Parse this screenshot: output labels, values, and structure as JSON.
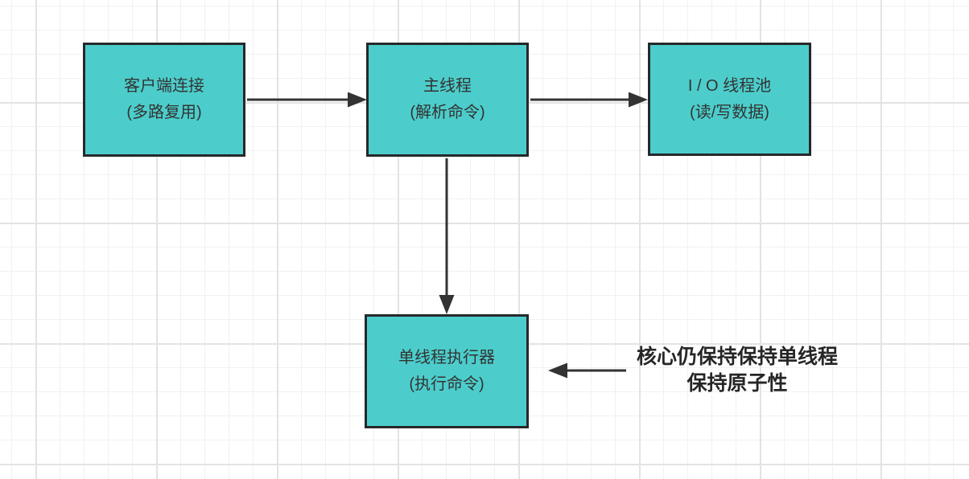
{
  "colors": {
    "background": "#FFFFFF",
    "grid_minor": "#F1F1F1",
    "grid_major": "#E3E3E3",
    "node_fill": "#4CCDCB",
    "node_border": "#26282B",
    "node_text": "#333333",
    "arrow": "#333333",
    "annotation_text": "#262626"
  },
  "nodes": [
    {
      "id": "client-connection",
      "line1": "客户端连接",
      "line2": "(多路复用)"
    },
    {
      "id": "main-thread",
      "line1": "主线程",
      "line2": "(解析命令)"
    },
    {
      "id": "io-thread-pool",
      "line1": "I / O 线程池",
      "line2": "(读/写数据)"
    },
    {
      "id": "single-thread-executor",
      "line1": "单线程执行器",
      "line2": "(执行命令)"
    }
  ],
  "annotation": {
    "line1": "核心仍保持保持单线程",
    "line2": "保持原子性"
  },
  "edges": [
    {
      "from": "client-connection",
      "to": "main-thread",
      "direction": "right"
    },
    {
      "from": "main-thread",
      "to": "io-thread-pool",
      "direction": "right"
    },
    {
      "from": "main-thread",
      "to": "single-thread-executor",
      "direction": "down"
    },
    {
      "from": "annotation",
      "to": "single-thread-executor",
      "direction": "left"
    }
  ]
}
